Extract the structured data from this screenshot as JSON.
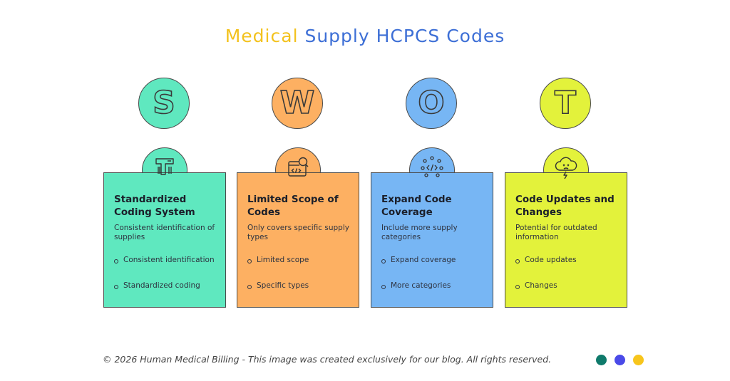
{
  "title": {
    "part1": "Medical",
    "part2": "Supply HCPCS Codes"
  },
  "colors": {
    "title_part1": "#f3c21d",
    "title_part2": "#3d6fd6",
    "footer_dots": [
      "#0f7a6b",
      "#4a4ae8",
      "#f7c51c"
    ]
  },
  "columns": [
    {
      "letter": "S",
      "color": "#5fe8bf",
      "icon": "barcode-scanner-icon",
      "title": "Standardized Coding System",
      "description": "Consistent identification of supplies",
      "bullets": [
        "Consistent identification",
        "Standardized coding"
      ]
    },
    {
      "letter": "W",
      "color": "#fdb062",
      "icon": "code-search-icon",
      "title": "Limited Scope of Codes",
      "description": "Only covers specific supply types",
      "bullets": [
        "Limited scope",
        "Specific types"
      ]
    },
    {
      "letter": "O",
      "color": "#77b6f4",
      "icon": "code-network-icon",
      "title": "Expand Code Coverage",
      "description": "Include more supply categories",
      "bullets": [
        "Expand coverage",
        "More categories"
      ]
    },
    {
      "letter": "T",
      "color": "#e3f23b",
      "icon": "cloud-alert-icon",
      "title": "Code Updates and Changes",
      "description": "Potential for outdated information",
      "bullets": [
        "Code updates",
        "Changes"
      ]
    }
  ],
  "footer": {
    "text": "© 2026 Human Medical Billing - This image was created exclusively for our blog. All rights reserved."
  }
}
